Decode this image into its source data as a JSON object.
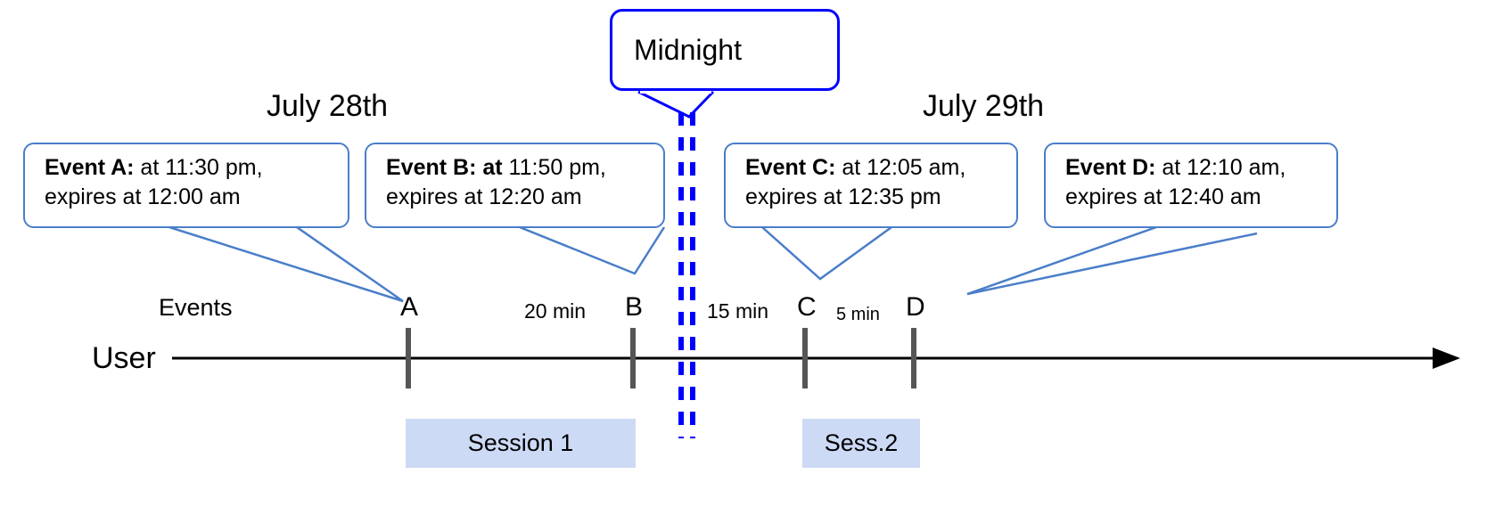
{
  "diagram": {
    "title": "Event expiry across midnight timeline",
    "colors": {
      "callout_border": "#4a7ec9",
      "midnight_border": "#0000ff",
      "midnight_dash": "#0000ff",
      "session_fill": "#ccdaf5",
      "tick": "#565656",
      "axis": "#000000",
      "connector": "#4a7ec9"
    }
  },
  "midnight": {
    "label": "Midnight"
  },
  "days": {
    "left": "July 28th",
    "right": "July 29th"
  },
  "rows": {
    "events_label": "Events",
    "user_label": "User"
  },
  "callouts": [
    {
      "id": "event-a",
      "bold_lead": "Event A:",
      "line1_rest": " at 11:30 pm,",
      "line2": "expires at 12:00 am"
    },
    {
      "id": "event-b",
      "bold_lead": "Event B: at",
      "line1_rest": " 11:50 pm,",
      "line2": "expires at 12:20 am"
    },
    {
      "id": "event-c",
      "bold_lead": "Event C:",
      "line1_rest": " at 12:05 am,",
      "line2": "expires at 12:35 pm"
    },
    {
      "id": "event-d",
      "bold_lead": "Event D:",
      "line1_rest": "  at 12:10 am,",
      "line2": "expires at 12:40 am"
    }
  ],
  "events": [
    {
      "id": "event-marker-a",
      "letter": "A"
    },
    {
      "id": "event-marker-b",
      "letter": "B"
    },
    {
      "id": "event-marker-c",
      "letter": "C"
    },
    {
      "id": "event-marker-d",
      "letter": "D"
    }
  ],
  "gaps": [
    {
      "id": "gap-a-b",
      "label": "20 min"
    },
    {
      "id": "gap-b-c",
      "label": "15 min"
    },
    {
      "id": "gap-c-d",
      "label": "5 min"
    }
  ],
  "sessions": [
    {
      "id": "session-1",
      "label": "Session 1"
    },
    {
      "id": "session-2",
      "label": "Sess.2"
    }
  ]
}
